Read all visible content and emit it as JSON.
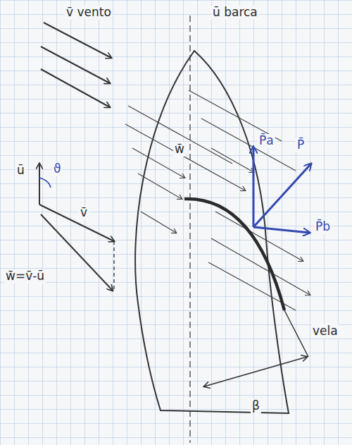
{
  "diagram": {
    "labels": [
      "v̄ vento",
      "ū barca",
      "w̄",
      "P̄a",
      "P̄",
      "ū",
      "ϑ",
      "P̄b",
      "v̄",
      "w̄=v̄-ū",
      "vela",
      "β"
    ]
  }
}
